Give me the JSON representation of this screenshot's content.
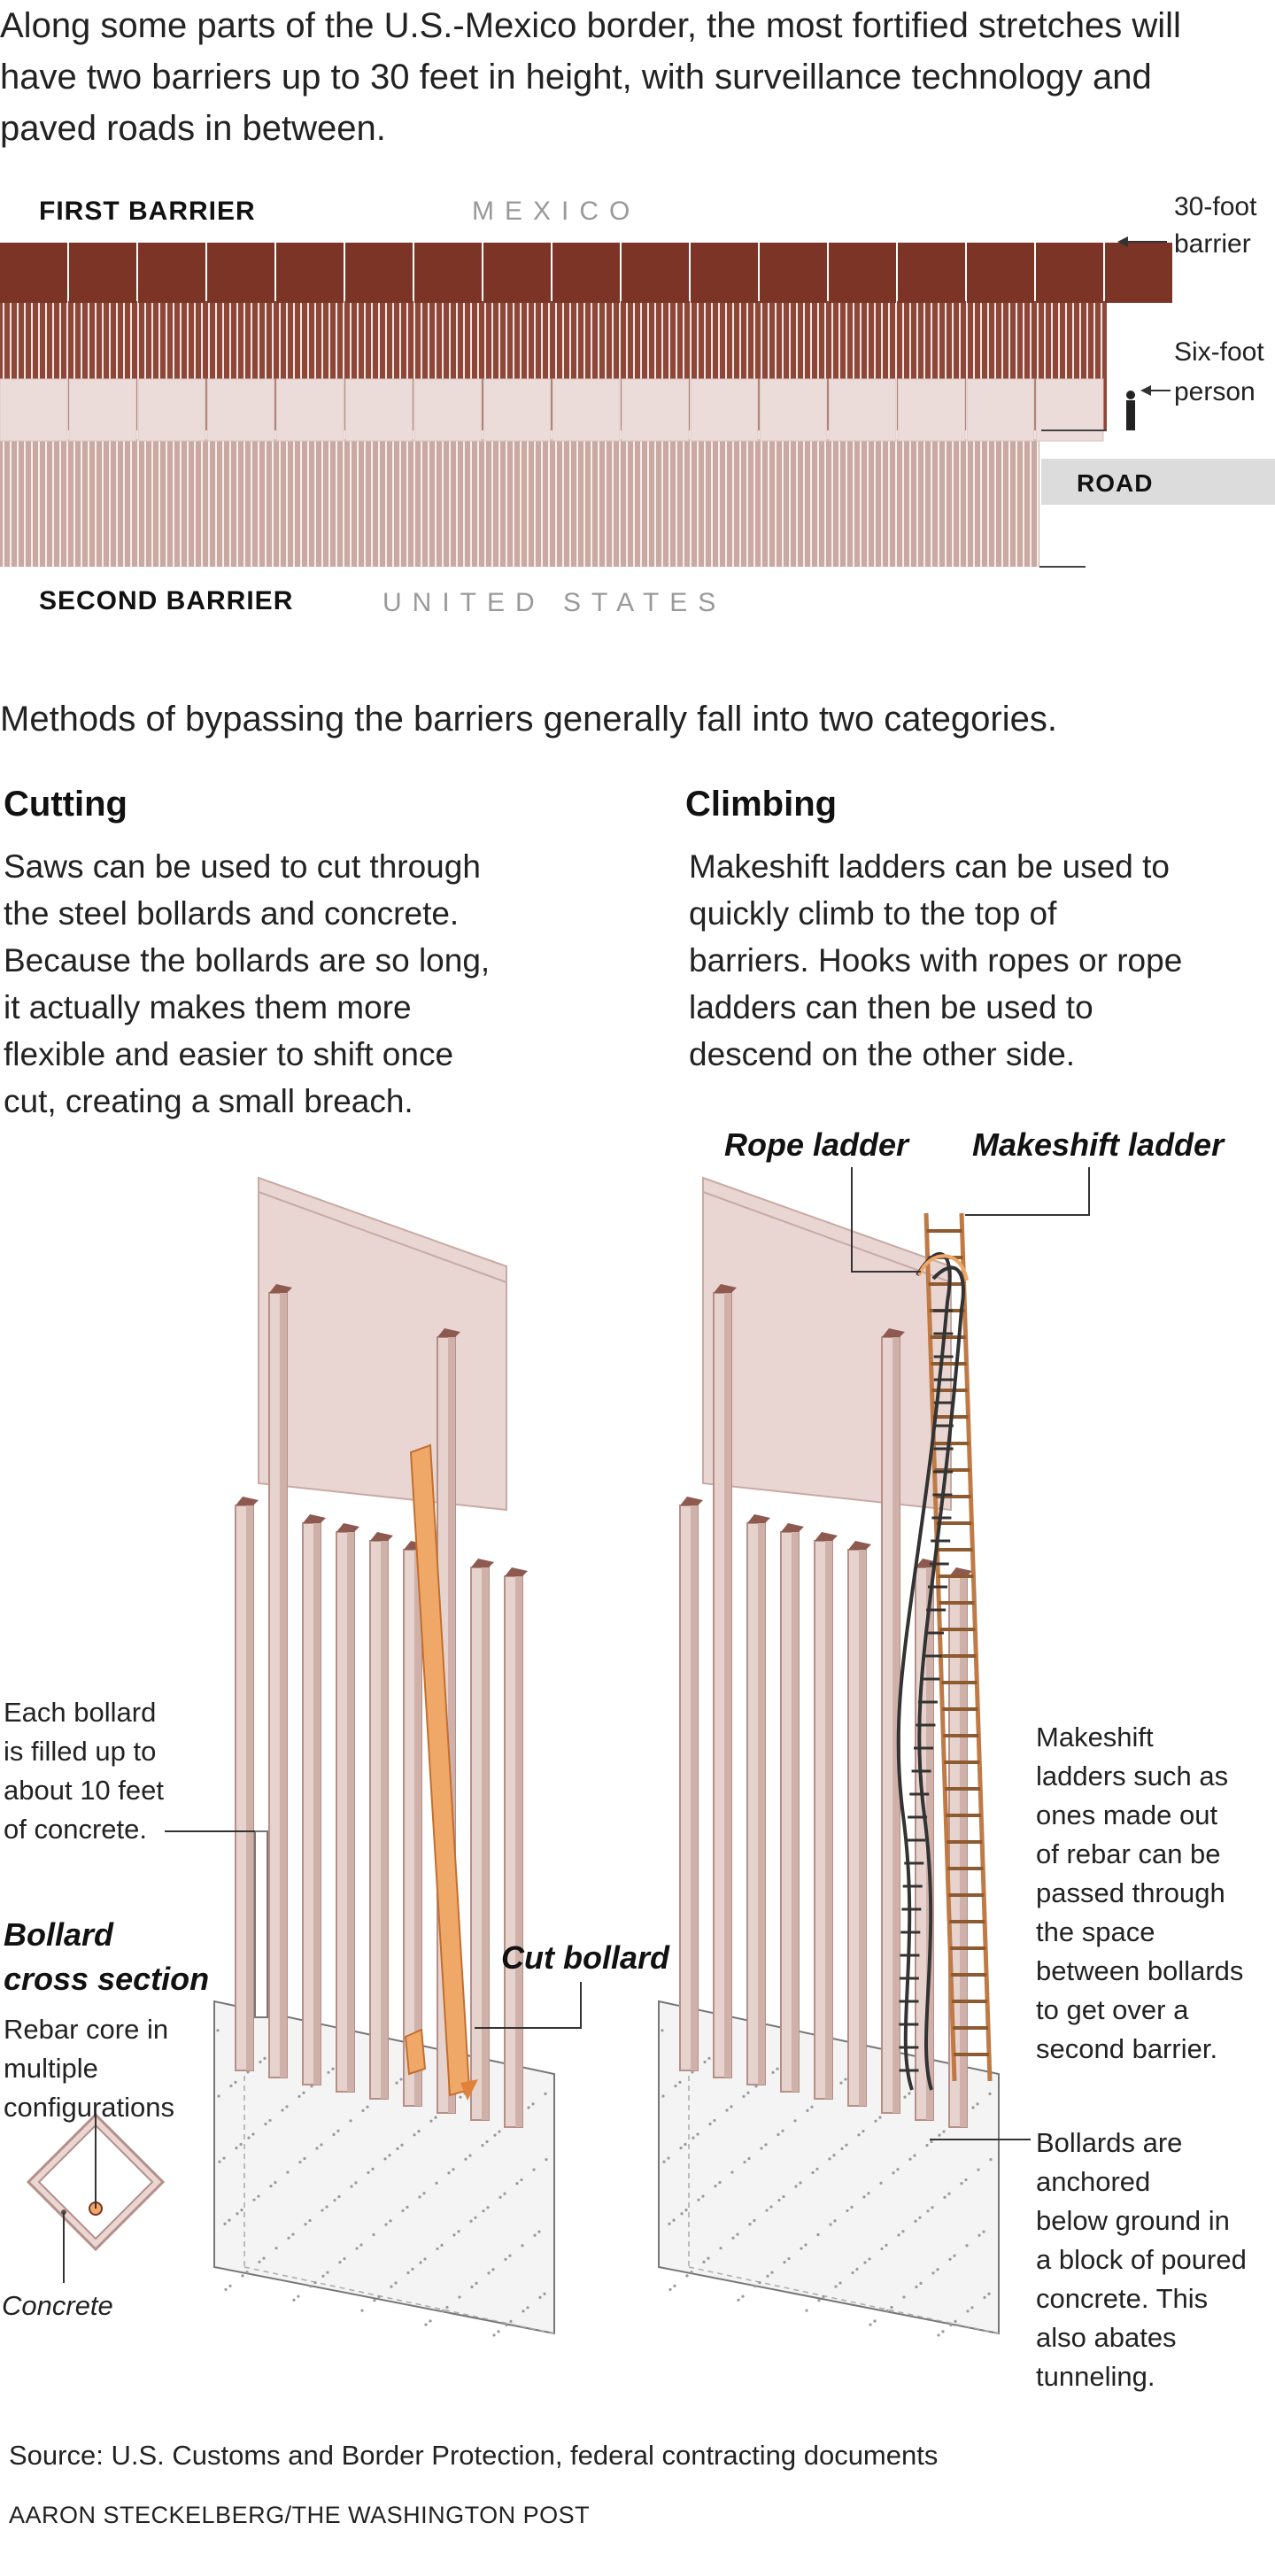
{
  "intro": "Along some parts of the U.S.-Mexico border, the most fortified stretches will have two barriers up to 30 feet in height, with surveillance technology and paved roads in between.",
  "top_diagram": {
    "first_barrier": "FIRST BARRIER",
    "mexico": "MEXICO",
    "second_barrier": "SECOND BARRIER",
    "united_states": "UNITED STATES",
    "barrier_note_1": "30-foot",
    "barrier_note_2": "barrier",
    "person_note_1": "Six-foot",
    "person_note_2": "person",
    "road": "ROAD",
    "colors": {
      "barrier_cap": "#7b3426",
      "barrier_post": "#8e4638",
      "second_cap": "#ecdcd9",
      "second_post": "#c9a9a1",
      "road": "#dcdcdc"
    }
  },
  "methods_intro": "Methods of bypassing the barriers generally fall into two categories.",
  "cutting": {
    "title": "Cutting",
    "text_lines": [
      "Saws can be used to cut through",
      "the steel bollards and concrete.",
      "Because the bollards are so long,",
      "it actually makes them more",
      "flexible and easier to shift once",
      "cut, creating a small breach."
    ],
    "bollard_note_lines": [
      "Each bollard",
      "is filled up to",
      "about 10 feet",
      "of concrete."
    ],
    "cross_section_title_lines": [
      "Bollard",
      "cross section"
    ],
    "rebar_lines": [
      "Rebar core in",
      "multiple",
      "configurations"
    ],
    "concrete": "Concrete",
    "cut_bollard": "Cut bollard",
    "accent": "#f0a868"
  },
  "climbing": {
    "title": "Climbing",
    "text_lines": [
      "Makeshift ladders can be used to",
      "quickly climb to the top of",
      "barriers. Hooks with ropes or rope",
      "ladders can then be used to",
      "descend on the other side."
    ],
    "rope_ladder": "Rope ladder",
    "makeshift_ladder": "Makeshift ladder",
    "makeshift_note_lines": [
      "Makeshift",
      "ladders such as",
      "ones made out",
      "of rebar can be",
      "passed through",
      "the space",
      "between bollards",
      "to get over a",
      "second barrier."
    ],
    "anchor_note_lines": [
      "Bollards are",
      "anchored",
      "below ground in",
      "a block of poured",
      "concrete. This",
      "also abates",
      "tunneling."
    ]
  },
  "source": "Source: U.S. Customs and Border Protection, federal contracting documents",
  "credit": "AARON STECKELBERG/THE WASHINGTON POST"
}
